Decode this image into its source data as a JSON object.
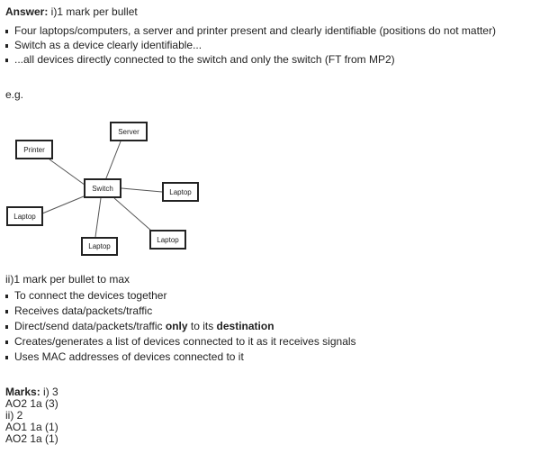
{
  "answer": {
    "label": "Answer:",
    "text": " i)1 mark per bullet"
  },
  "part1_bullets": [
    "Four laptops/computers, a server and printer present and clearly identifiable (positions do not matter)",
    "Switch as a device clearly identifiable...",
    "...all devices directly connected to the switch and only the switch (FT from MP2)"
  ],
  "eg": "e.g.",
  "diagram": {
    "server": "Server",
    "printer": "Printer",
    "switch": "Switch",
    "laptop_right": "Laptop",
    "laptop_left": "Laptop",
    "laptop_bottom": "Laptop",
    "laptop_bottom_right": "Laptop"
  },
  "part2_heading": "ii)1 mark per bullet to max",
  "part2_bullets": [
    "To connect the devices together",
    "Receives data/packets/traffic",
    {
      "pre": "Direct/send data/packets/traffic ",
      "b1": "only",
      "mid": " to its ",
      "b2": "destination"
    },
    "Creates/generates a list of devices connected to it as it receives signals",
    "Uses MAC addresses of devices connected to it"
  ],
  "marks": {
    "label": "Marks:",
    "i": " i) 3",
    "i_ao": "AO2 1a (3)",
    "ii": "ii) 2",
    "ii_ao1": "AO1 1a (1)",
    "ii_ao2": "AO2 1a (1)"
  }
}
